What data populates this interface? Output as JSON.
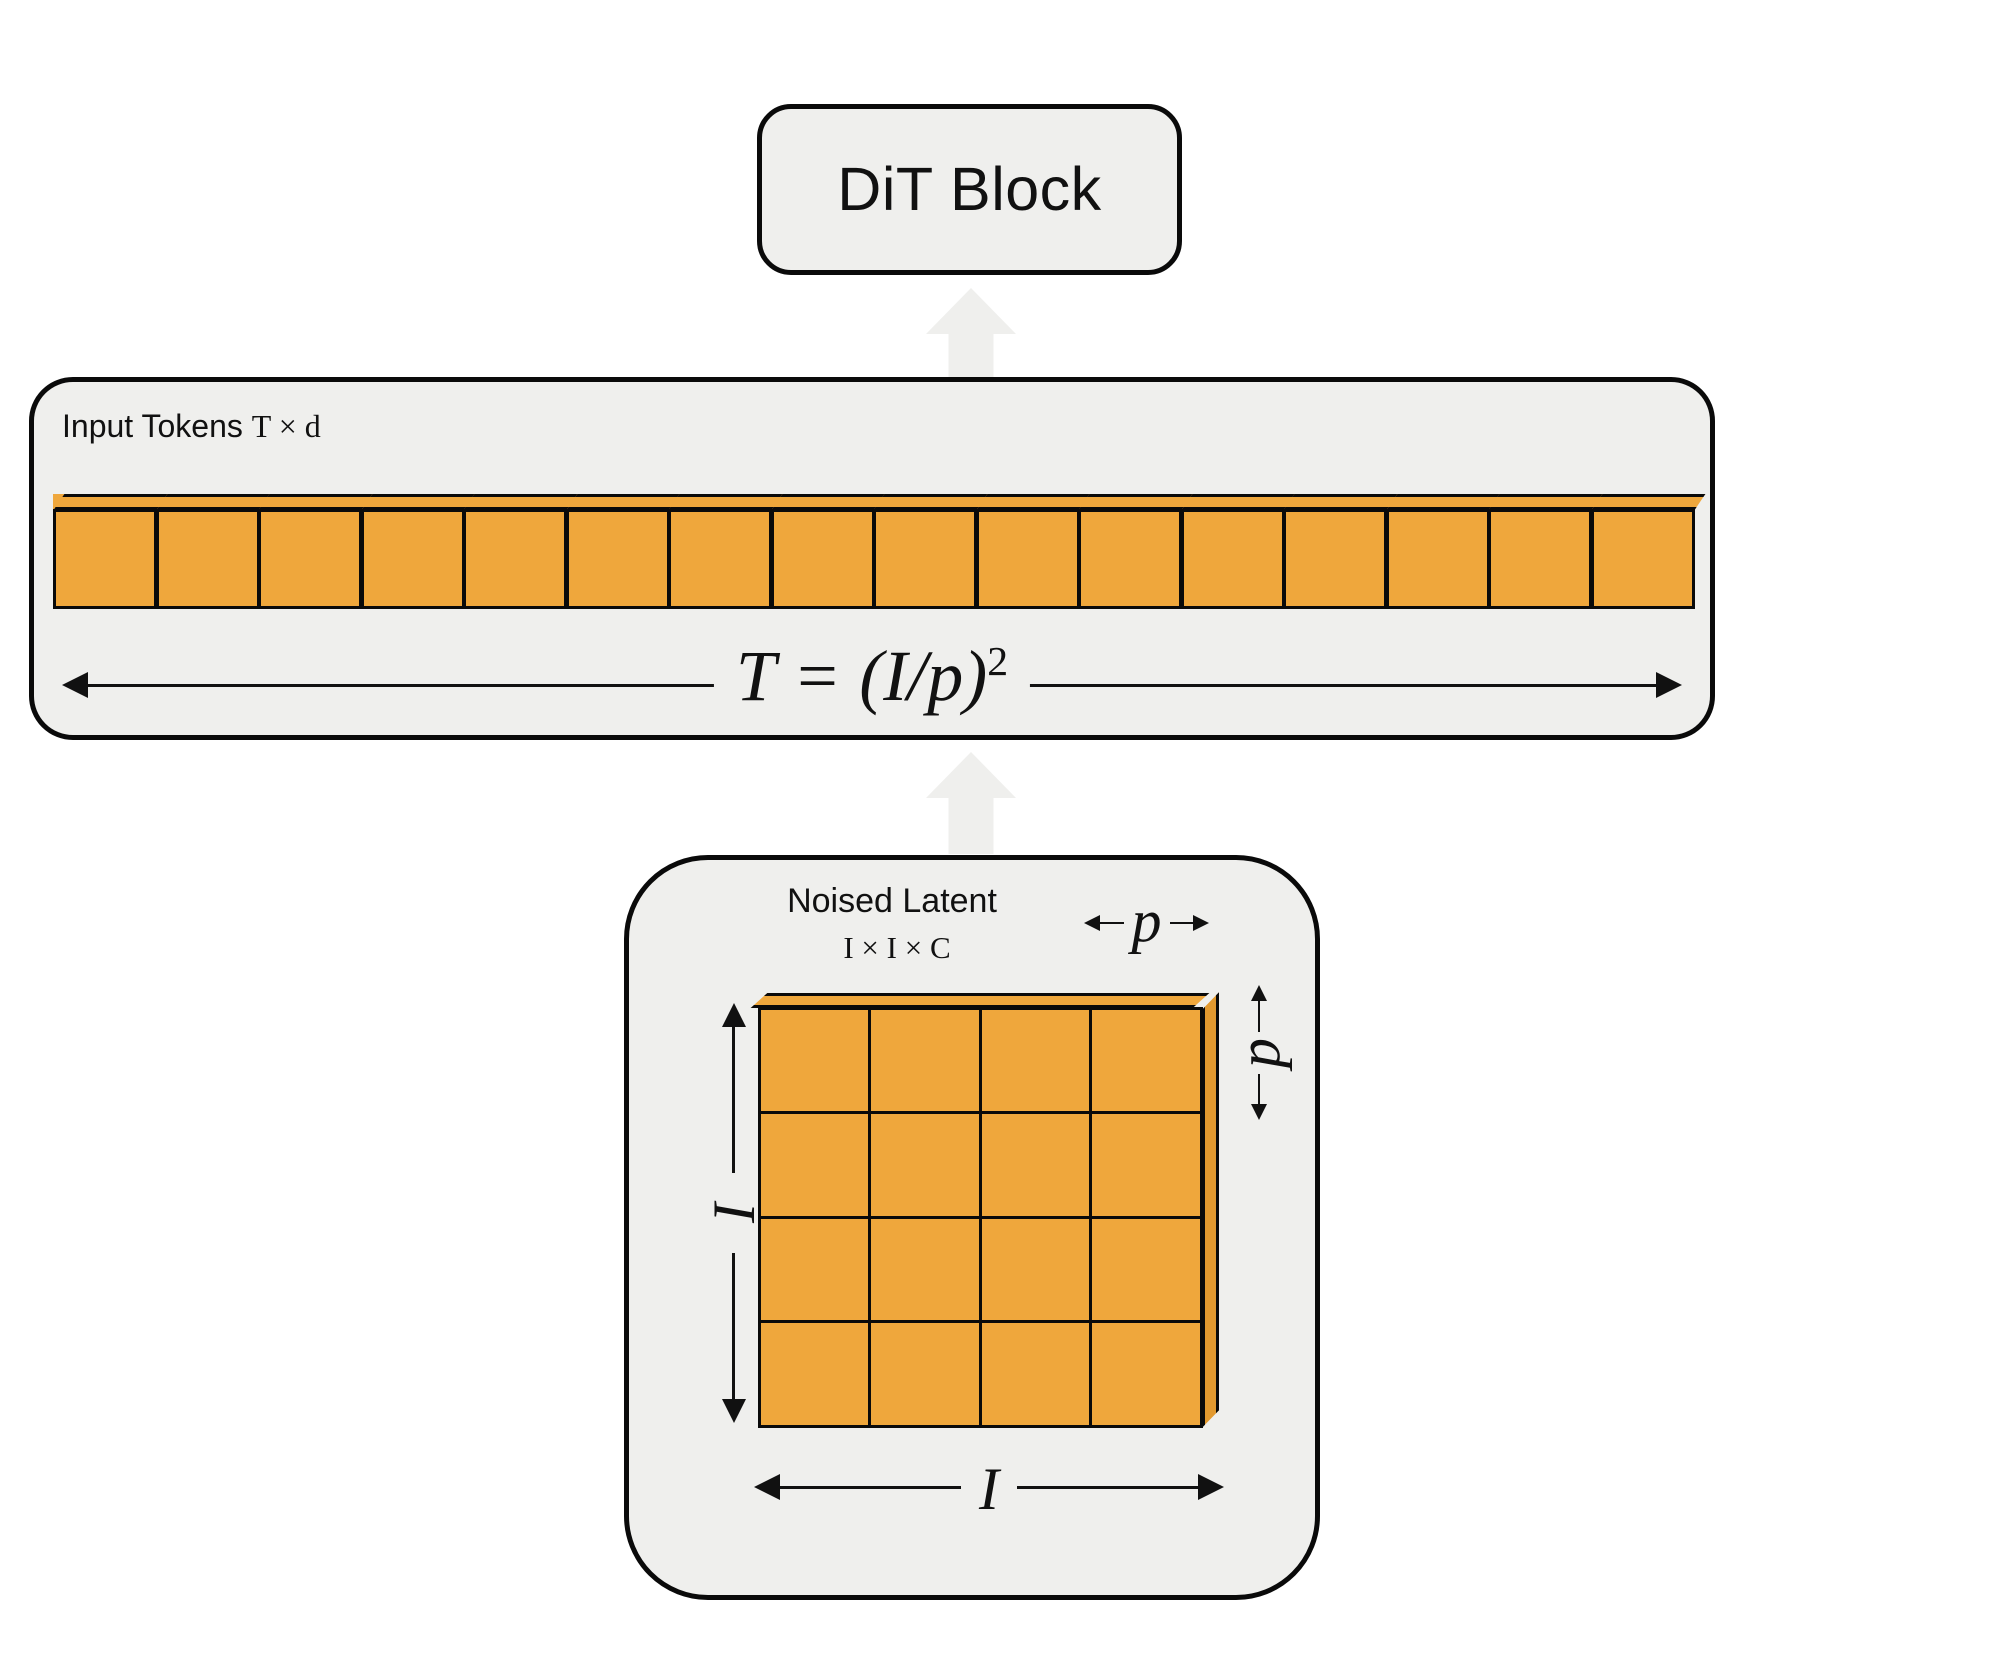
{
  "diagram": {
    "title": "DiT patchify diagram",
    "colors": {
      "token_fill": "#EFA73C",
      "token_side": "#E2992F",
      "panel_bg": "#EFEFED",
      "stroke": "#0A0A0A",
      "page_bg": "#FFFFFF"
    }
  },
  "dit_block": {
    "label": "DiT Block"
  },
  "input_tokens": {
    "title_text": "Input Tokens ",
    "title_math": "T × d",
    "token_count": 16,
    "dimension_formula": {
      "base": "T = (I/p)",
      "exponent": "2"
    }
  },
  "noised_latent": {
    "title": "Noised Latent",
    "dims": "I × I × C",
    "grid_rows": 4,
    "grid_cols": 4,
    "patch_count": 16,
    "label_height": "I",
    "label_width": "I",
    "label_patch_width": "p",
    "label_patch_height": "p"
  },
  "arrows": {
    "latent_to_tokens": "up-arrow",
    "tokens_to_dit": "up-arrow"
  }
}
